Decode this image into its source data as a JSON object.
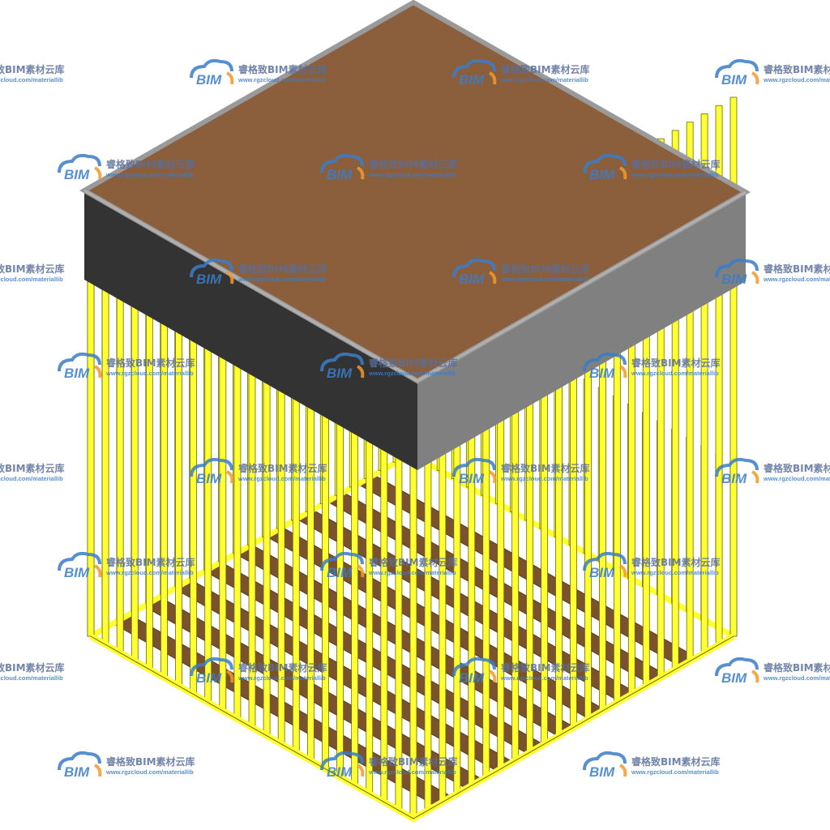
{
  "scene": {
    "subject": "isometric 3D model of a cage enclosure with a slab roof and slatted floor",
    "colors": {
      "roof_top": "#8B5E3C",
      "roof_front_left": "#333333",
      "roof_front_right": "#808080",
      "roof_edge": "#9a9a9a",
      "bars": "#FFFF33",
      "bars_outline": "#6b6b00",
      "floor_slats": "#7A5230",
      "background": "#ffffff"
    },
    "bars_per_side": 22,
    "floor_slat_count": 9
  },
  "watermark": {
    "logo_text": "BIM",
    "title": "睿格致BIM素材云库",
    "url": "www.rgzcloud.com/materiallib",
    "logo_blue": "#3a7dc9",
    "logo_orange": "#f39a2b",
    "text_color": "#5a6f9a"
  }
}
